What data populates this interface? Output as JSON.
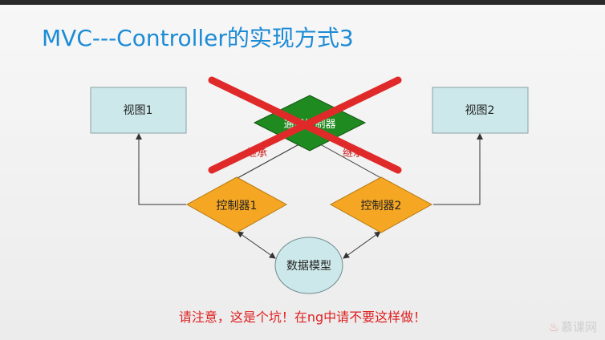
{
  "slide": {
    "title": "MVC---Controller的实现方式3",
    "warning": "请注意，这是个坑！在ng中请不要这样做！",
    "logo": "慕课网"
  },
  "diagram": {
    "view1": "视图1",
    "view2": "视图2",
    "generic_controller": "通用控制器",
    "controller1": "控制器1",
    "controller2": "控制器2",
    "data_model": "数据模型",
    "inherit_left": "继承",
    "inherit_right": "继承"
  },
  "colors": {
    "title": "#1c8bd6",
    "view_fill": "#cde8ea",
    "generic_fill": "#1f8a1f",
    "controller_fill": "#f5a623",
    "model_fill": "#cde8ea",
    "cross": "#e02a2a",
    "warning": "#e02020"
  }
}
